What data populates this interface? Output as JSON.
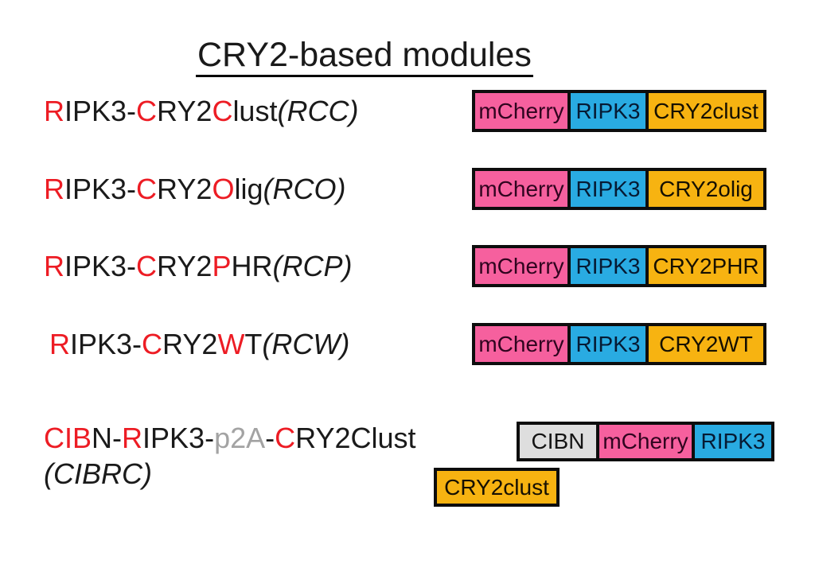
{
  "title": "CRY2-based modules",
  "colors": {
    "red": "#ED1C24",
    "black": "#1A1A1A",
    "gray": "#A3A3A3",
    "pink": "#F6609E",
    "blue": "#29ABE2",
    "orange": "#F7B311",
    "cibn": "#DEDEDE"
  },
  "rows": [
    {
      "short_name": "RCC",
      "label": [
        {
          "t": "R",
          "c": "red"
        },
        {
          "t": "IPK3-",
          "c": "black"
        },
        {
          "t": "C",
          "c": "red"
        },
        {
          "t": "RY2",
          "c": "black"
        },
        {
          "t": "C",
          "c": "red"
        },
        {
          "t": "lust ",
          "c": "black"
        },
        {
          "t": "(RCC)",
          "c": "black",
          "i": true
        }
      ],
      "box_rows": [
        [
          {
            "t": "mCherry",
            "f": "pink"
          },
          {
            "t": "RIPK3",
            "f": "blue"
          },
          {
            "t": "CRY2clust",
            "f": "orange"
          }
        ]
      ]
    },
    {
      "short_name": "RCO",
      "label": [
        {
          "t": "R",
          "c": "red"
        },
        {
          "t": "IPK3-",
          "c": "black"
        },
        {
          "t": "C",
          "c": "red"
        },
        {
          "t": "RY2",
          "c": "black"
        },
        {
          "t": "O",
          "c": "red"
        },
        {
          "t": "lig ",
          "c": "black"
        },
        {
          "t": "(RCO)",
          "c": "black",
          "i": true
        }
      ],
      "box_rows": [
        [
          {
            "t": "mCherry",
            "f": "pink"
          },
          {
            "t": "RIPK3",
            "f": "blue"
          },
          {
            "t": "CRY2olig",
            "f": "orange"
          }
        ]
      ]
    },
    {
      "short_name": "RCP",
      "label": [
        {
          "t": "R",
          "c": "red"
        },
        {
          "t": "IPK3-",
          "c": "black"
        },
        {
          "t": "C",
          "c": "red"
        },
        {
          "t": "RY2",
          "c": "black"
        },
        {
          "t": "P",
          "c": "red"
        },
        {
          "t": "HR ",
          "c": "black"
        },
        {
          "t": "(RCP)",
          "c": "black",
          "i": true
        }
      ],
      "box_rows": [
        [
          {
            "t": "mCherry",
            "f": "pink"
          },
          {
            "t": "RIPK3",
            "f": "blue"
          },
          {
            "t": "CRY2PHR",
            "f": "orange"
          }
        ]
      ]
    },
    {
      "short_name": "RCW",
      "label": [
        {
          "t": "R",
          "c": "red"
        },
        {
          "t": "IPK3-",
          "c": "black"
        },
        {
          "t": "C",
          "c": "red"
        },
        {
          "t": "RY2",
          "c": "black"
        },
        {
          "t": "W",
          "c": "red"
        },
        {
          "t": "T ",
          "c": "black"
        },
        {
          "t": "(RCW)",
          "c": "black",
          "i": true
        }
      ],
      "box_rows": [
        [
          {
            "t": "mCherry",
            "f": "pink"
          },
          {
            "t": "RIPK3",
            "f": "blue"
          },
          {
            "t": "CRY2WT",
            "f": "orange"
          }
        ]
      ]
    },
    {
      "short_name": "CIBRC",
      "label": [
        {
          "t": "CIB",
          "c": "red"
        },
        {
          "t": "N-",
          "c": "black"
        },
        {
          "t": "R",
          "c": "red"
        },
        {
          "t": "IPK3-",
          "c": "black"
        },
        {
          "t": "p2A",
          "c": "gray"
        },
        {
          "t": "-",
          "c": "black"
        },
        {
          "t": "C",
          "c": "red"
        },
        {
          "t": "RY2Clust",
          "c": "black"
        }
      ],
      "label2": [
        {
          "t": "(CIBRC)",
          "c": "black",
          "i": true
        }
      ],
      "box_rows": [
        [
          {
            "t": "CIBN",
            "f": "cibn"
          },
          {
            "t": "mCherry",
            "f": "pink"
          },
          {
            "t": "RIPK3",
            "f": "blue"
          }
        ],
        [
          {
            "t": "CRY2clust",
            "f": "orange"
          }
        ]
      ]
    }
  ]
}
